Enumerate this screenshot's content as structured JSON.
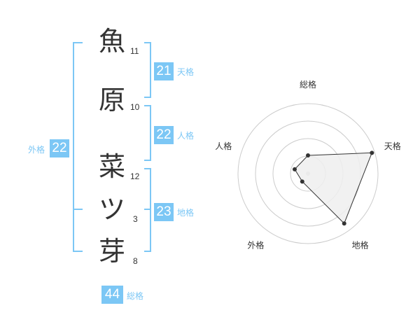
{
  "name_chars": [
    {
      "char": "魚",
      "strokes": "11"
    },
    {
      "char": "原",
      "strokes": "10"
    },
    {
      "char": "菜",
      "strokes": "12"
    },
    {
      "char": "ツ",
      "strokes": "3"
    },
    {
      "char": "芽",
      "strokes": "8"
    }
  ],
  "fortunes": {
    "tenkaku": {
      "value": "21",
      "label": "天格"
    },
    "jinkaku": {
      "value": "22",
      "label": "人格"
    },
    "chikaku": {
      "value": "23",
      "label": "地格"
    },
    "gaikaku": {
      "value": "22",
      "label": "外格"
    },
    "soukaku": {
      "value": "44",
      "label": "総格"
    }
  },
  "colors": {
    "accent": "#7cc7f5",
    "text": "#333333",
    "grid": "#cccccc",
    "fill": "#eeeeee"
  },
  "chart_data": {
    "type": "radar",
    "axes": [
      "総格",
      "天格",
      "地格",
      "外格",
      "人格"
    ],
    "max": 5,
    "rings": 4,
    "values": [
      1.3,
      4.8,
      4.4,
      0.7,
      1.0
    ]
  }
}
